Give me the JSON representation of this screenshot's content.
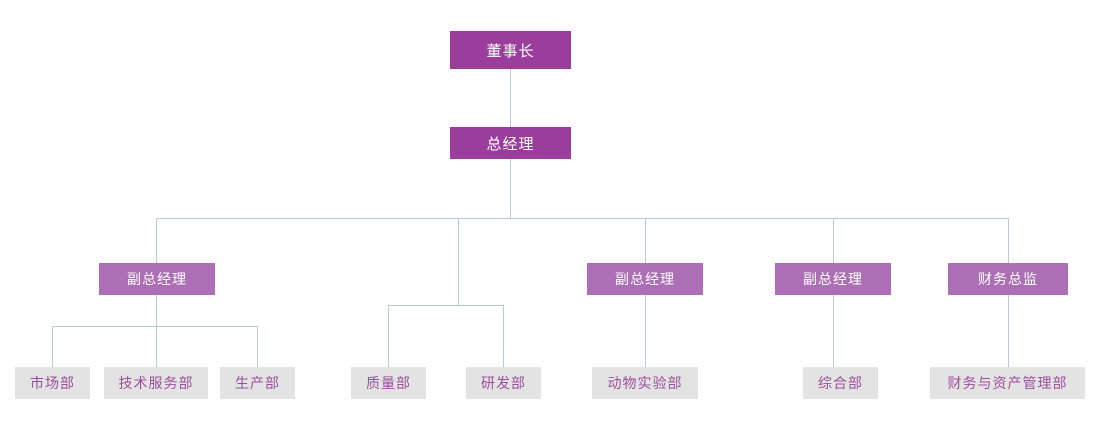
{
  "chart": {
    "type": "org-chart",
    "title": "",
    "colors": {
      "root_fill": "#9b3d9b",
      "root_text": "#ffffff",
      "exec_fill": "#ac6fb5",
      "exec_text": "#ffffff",
      "dept_fill": "#e3e3e3",
      "dept_text": "#9b4f9b",
      "connector": "#b9c9d6",
      "background": "#ffffff"
    },
    "levels": {
      "root": "董事长",
      "second": "总经理"
    },
    "nodes": {
      "chairman": "董事长",
      "general_manager": "总经理",
      "vp_1": "副总经理",
      "vp_2": "副总经理",
      "vp_3": "副总经理",
      "cfo": "财务总监",
      "dept_market": "市场部",
      "dept_tech_service": "技术服务部",
      "dept_production": "生产部",
      "dept_quality": "质量部",
      "dept_rd": "研发部",
      "dept_animal_lab": "动物实验部",
      "dept_general_affairs": "综合部",
      "dept_finance_asset": "财务与资产管理部"
    },
    "hierarchy": [
      {
        "label": "董事长",
        "level": 1,
        "children": [
          {
            "label": "总经理",
            "level": 2,
            "children": [
              {
                "label": "副总经理",
                "level": 3,
                "children": [
                  {
                    "label": "市场部",
                    "level": 4
                  },
                  {
                    "label": "技术服务部",
                    "level": 4
                  },
                  {
                    "label": "生产部",
                    "level": 4
                  }
                ]
              },
              {
                "label": "",
                "level": 3,
                "children": [
                  {
                    "label": "质量部",
                    "level": 4
                  },
                  {
                    "label": "研发部",
                    "level": 4
                  }
                ]
              },
              {
                "label": "副总经理",
                "level": 3,
                "children": [
                  {
                    "label": "动物实验部",
                    "level": 4
                  }
                ]
              },
              {
                "label": "副总经理",
                "level": 3,
                "children": [
                  {
                    "label": "综合部",
                    "level": 4
                  }
                ]
              },
              {
                "label": "财务总监",
                "level": 3,
                "children": [
                  {
                    "label": "财务与资产管理部",
                    "level": 4
                  }
                ]
              }
            ]
          }
        ]
      }
    ]
  }
}
